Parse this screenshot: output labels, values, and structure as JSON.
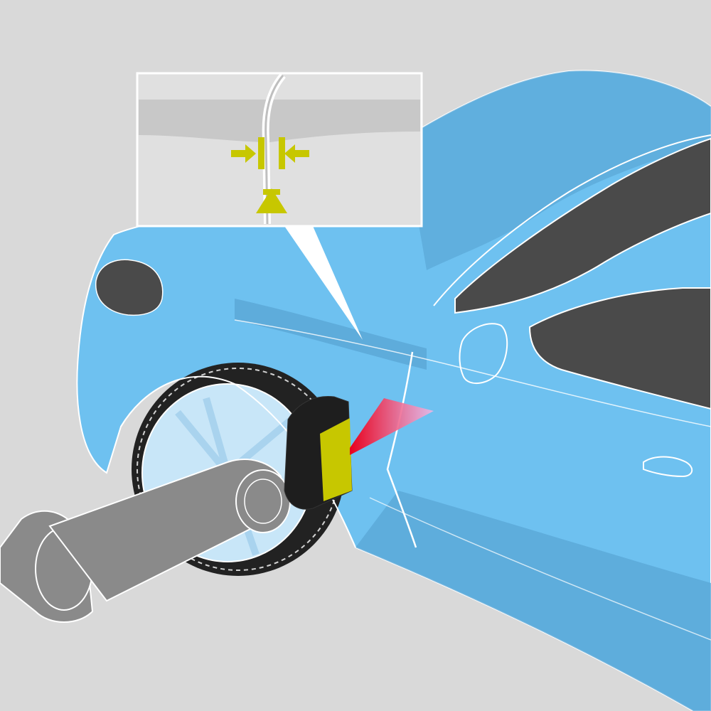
{
  "colors": {
    "background": "#d9d9d9",
    "car_body": "#6ec1f0",
    "car_shadow": "#5aa6d6",
    "car_outline": "#ffffff",
    "window_glass": "#4a4a4a",
    "tire": "#222222",
    "robot_arm": "#8a8a8a",
    "sensor_housing": "#1e1e1e",
    "sensor_face": "#c7c700",
    "laser_beam": "#e8001c",
    "inset_background": "#e0e0e0",
    "inset_panel": "#c8c8c8",
    "gap_marker": "#c7c700"
  },
  "icons": {
    "inset": "magnified-gap-detail",
    "arrows": "gap-and-flush-measurement-arrows",
    "sensor": "laser-sensor-head",
    "arm": "robot-arm"
  }
}
